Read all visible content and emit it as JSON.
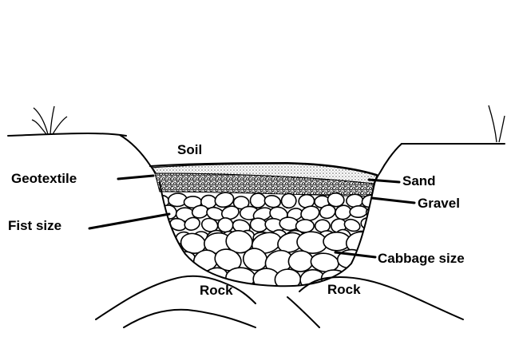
{
  "labels": {
    "soil": "Soil",
    "geotextile": "Geotextile",
    "sand": "Sand",
    "gravel": "Gravel",
    "fist_size": "Fist size",
    "cabbage_size": "Cabbage size",
    "rock_left": "Rock",
    "rock_right": "Rock"
  }
}
